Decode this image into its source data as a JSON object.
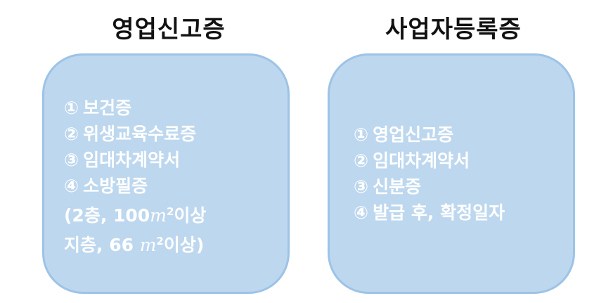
{
  "left": {
    "title": "영업신고증",
    "items": [
      {
        "num": "①",
        "text": "보건증"
      },
      {
        "num": "②",
        "text": "위생교육수료증"
      },
      {
        "num": "③",
        "text": "임대차계약서"
      },
      {
        "num": "④",
        "text": "소방필증"
      }
    ],
    "note_line1": {
      "a": "(2층, 100",
      "unit": "m",
      "exp": "2",
      "b": "이상"
    },
    "note_line2": {
      "a": "지층, 66 ",
      "unit": "m",
      "exp": "2",
      "b": "이상)"
    }
  },
  "right": {
    "title": "사업자등록증",
    "items": [
      {
        "num": "①",
        "text": "영업신고증"
      },
      {
        "num": "②",
        "text": "임대차계약서"
      },
      {
        "num": "③",
        "text": "신분증"
      },
      {
        "num": "④",
        "text": "발급 후, 확정일자"
      }
    ]
  },
  "colors": {
    "card_fill": "#bdd7ee",
    "card_border": "#9dc3e6",
    "text": "#ffffff",
    "title": "#111111"
  }
}
